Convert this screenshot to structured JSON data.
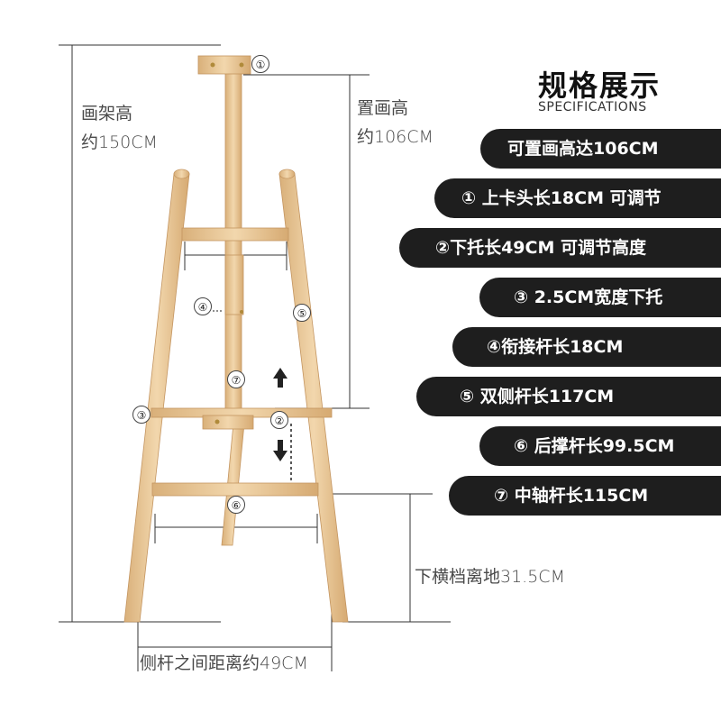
{
  "title": "规格展示",
  "subtitle": "SPECIFICATIONS",
  "labels": {
    "easel_height_line1": "画架高",
    "easel_height_line2": "约150CM",
    "canvas_height_line1": "置画高",
    "canvas_height_line2": "约106CM",
    "bottom_bar_height": "下横档离地31.5CM",
    "leg_spacing": "侧杆之间距离约49CM"
  },
  "specs": [
    "可置画高达106CM",
    "① 上卡头长18CM 可调节",
    "②下托长49CM 可调节高度",
    "③ 2.5CM宽度下托",
    "④衔接杆长18CM",
    "⑤  双侧杆长117CM",
    "⑥ 后撑杆长99.5CM",
    "⑦ 中轴杆长115CM"
  ],
  "markers": [
    "①",
    "②",
    "③",
    "④",
    "⑤",
    "⑥",
    "⑦"
  ],
  "colors": {
    "wood": "#e9c99a",
    "wood_dark": "#c99a5e",
    "pill": "#1e1e1e",
    "text": "#4a4a4a"
  }
}
